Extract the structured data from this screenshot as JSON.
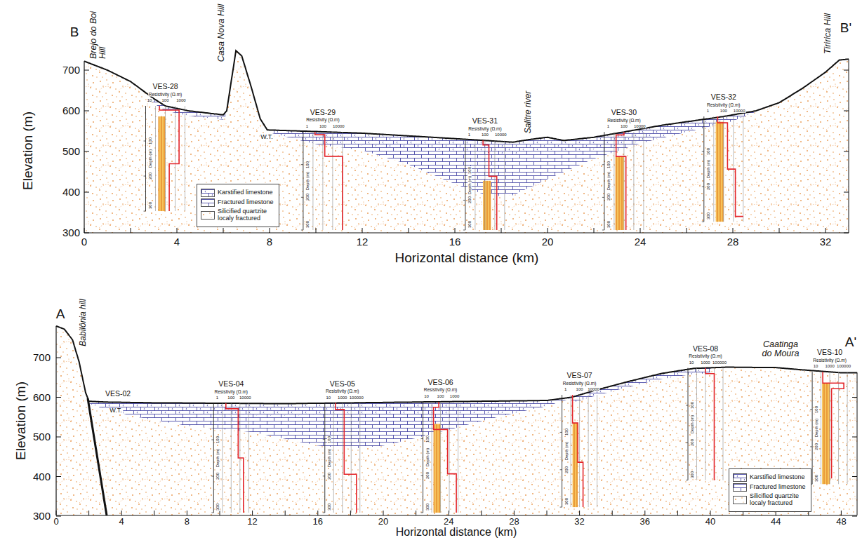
{
  "diagram": {
    "labels": [
      "B",
      "Brejo do Boi Hill",
      "Casa Nova Hill",
      "Tiririca Hill",
      "B'",
      "700",
      "600",
      "500",
      "400",
      "300",
      "Elevation (m)",
      "0",
      "4",
      "8",
      "12",
      "16",
      "20",
      "24",
      "28",
      "32",
      "Horizontal distance (km)",
      "W.T.",
      "Salitre river",
      "VES-28",
      "Resistivity (Ω.m)",
      "10",
      "100",
      "1000",
      "Depth (m)",
      "100",
      "200",
      "300",
      "VES-29",
      "Resistivity (Ω.m)",
      "1",
      "100",
      "10000",
      "Depth (m)",
      "100",
      "200",
      "300",
      "VES-31",
      "Resistivity (Ω.m)",
      "1",
      "100",
      "10000",
      "Depth (m)",
      "100",
      "200",
      "300",
      "VES-30",
      "Resistivity (Ω.m)",
      "1",
      "100",
      "10000",
      "Depth (m)",
      "100",
      "200",
      "300",
      "VES-32",
      "Resistivity (Ω.m)",
      "1",
      "100",
      "10000",
      "Depth (m)",
      "100",
      "200",
      "300",
      "A",
      "Babilônia hill",
      "Caatinga do Moura",
      "A'",
      "700",
      "600",
      "500",
      "400",
      "300",
      "Elevation (m)",
      "0",
      "4",
      "8",
      "12",
      "16",
      "20",
      "24",
      "28",
      "32",
      "36",
      "40",
      "44",
      "48",
      "Horizontal distance (km)",
      "W.T.",
      "VES-02",
      "VES-04",
      "Resistivity (Ω.m)",
      "1",
      "100",
      "10000",
      "Depth (m)",
      "100",
      "200",
      "300",
      "VES-05",
      "Resistivity (Ω.m)",
      "10",
      "1000",
      "100000",
      "Depth (m)",
      "100",
      "200",
      "300",
      "VES-06",
      "Resistivity (Ω.m)",
      "10",
      "100",
      "1000",
      "Depth (m)",
      "100",
      "200",
      "300",
      "VES-07",
      "Resistivity (Ω.m)",
      "1",
      "100",
      "10000",
      "Depth (m)",
      "100",
      "200",
      "300",
      "VES-08",
      "Resistivity (Ω.m)",
      "10",
      "1000",
      "100000",
      "Depth (m)",
      "100",
      "200",
      "300",
      "VES-10",
      "Resistivity (Ω.m)",
      "10",
      "1000",
      "100000",
      "Depth (m)",
      "100",
      "200",
      "300"
    ],
    "legend": [
      {
        "text": "Karstified limestone"
      },
      {
        "text": "Fractured limestone"
      },
      {
        "text": "Silicified quartzite localy fractured"
      },
      {
        "text": "Karstified limestone"
      },
      {
        "text": "Fractured limestone"
      },
      {
        "text": "Silicified quartzite localy fractured"
      }
    ]
  }
}
